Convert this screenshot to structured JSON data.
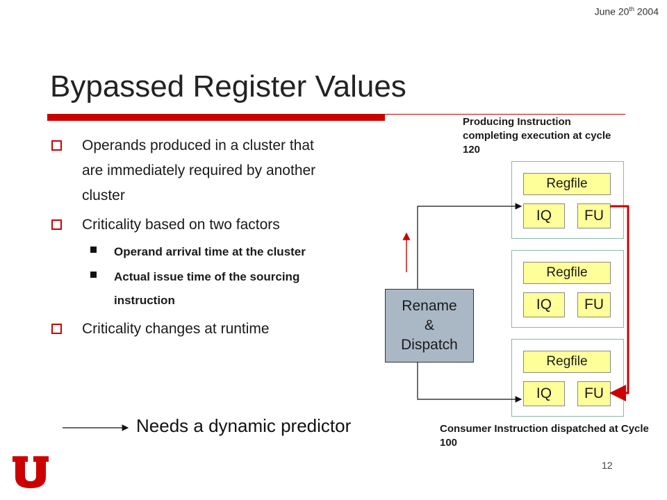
{
  "header": {
    "date_main": "June 20",
    "date_sup": "th",
    "date_year": " 2004"
  },
  "slide": {
    "title": "Bypassed Register Values",
    "bullets": [
      "Operands produced in a cluster that are  immediately required by another cluster",
      "Criticality based on two factors",
      "Criticality changes at runtime"
    ],
    "sub_bullets": [
      " Operand arrival time at the cluster",
      " Actual issue  time of the sourcing instruction"
    ],
    "conclusion": "Needs a dynamic predictor",
    "page_number": "12"
  },
  "diagram": {
    "producing_note": "Producing Instruction completing execution at cycle 120",
    "consumer_note": "Consumer Instruction dispatched at Cycle 100",
    "rename": [
      "Rename",
      "&",
      "Dispatch"
    ],
    "regfile_label": "Regfile",
    "iq_label": "IQ",
    "fu_label": "FU"
  },
  "colors": {
    "accent": "#cc0000",
    "unit_fill": "#ffff99",
    "rename_fill": "#aab8c6",
    "cluster_border": "#8ab8a8"
  },
  "icons": {
    "logo": "university-of-utah-u-logo"
  }
}
